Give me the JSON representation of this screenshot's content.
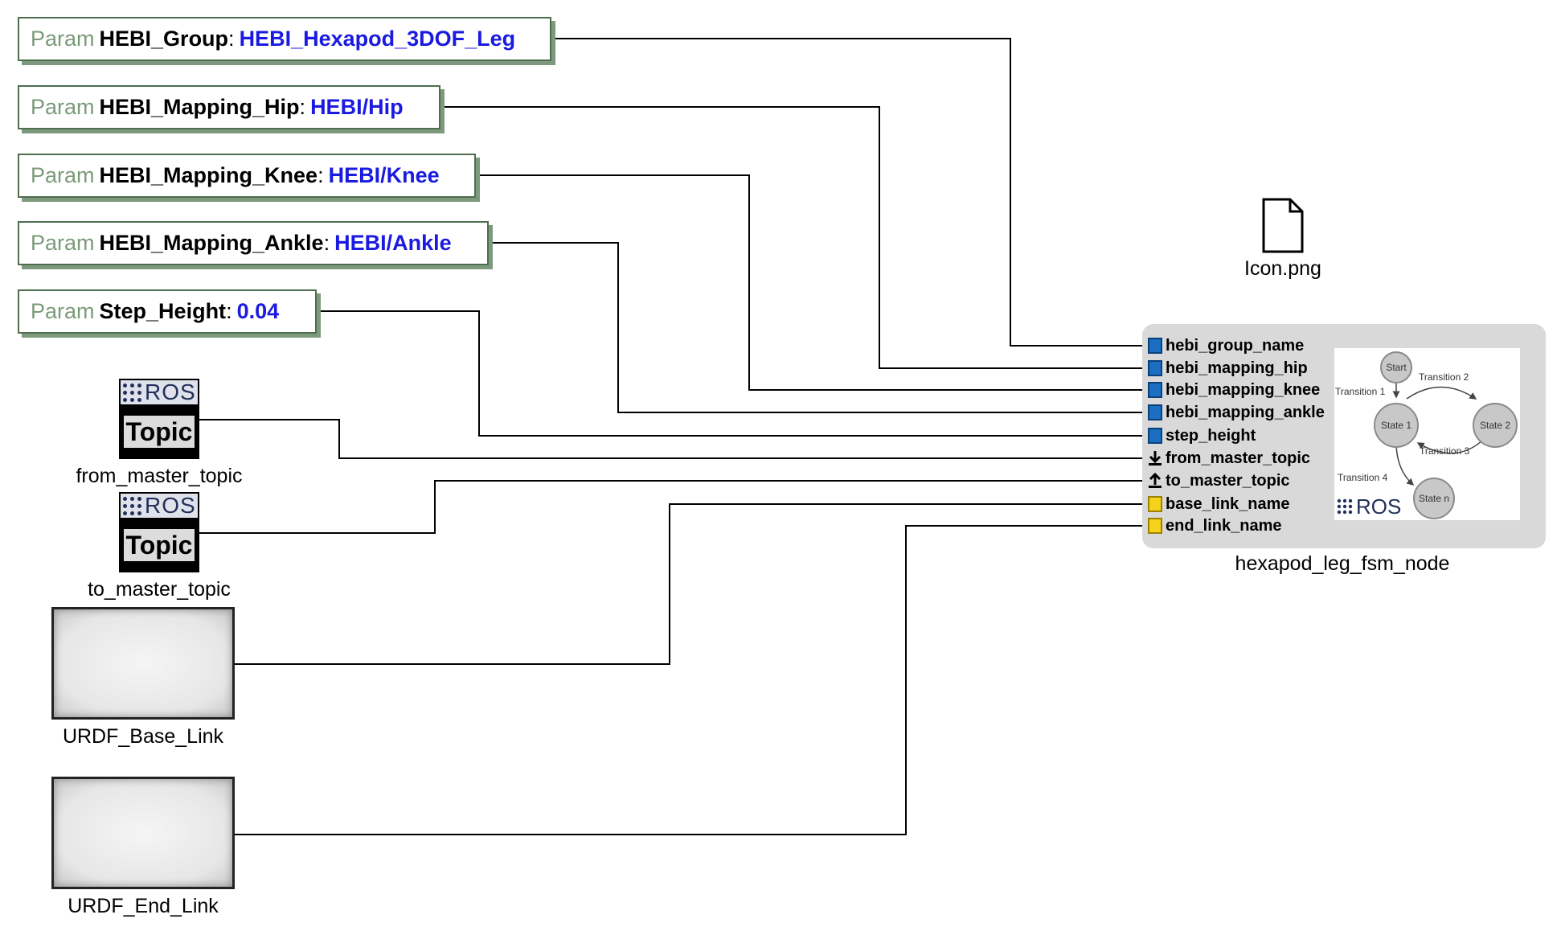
{
  "params": [
    {
      "keyword": "Param",
      "name": "HEBI_Group",
      "value": "HEBI_Hexapod_3DOF_Leg"
    },
    {
      "keyword": "Param",
      "name": "HEBI_Mapping_Hip",
      "value": "HEBI/Hip"
    },
    {
      "keyword": "Param",
      "name": "HEBI_Mapping_Knee",
      "value": "HEBI/Knee"
    },
    {
      "keyword": "Param",
      "name": "HEBI_Mapping_Ankle",
      "value": "HEBI/Ankle"
    },
    {
      "keyword": "Param",
      "name": "Step_Height",
      "value": "0.04"
    }
  ],
  "topics": [
    {
      "ros": "ROS",
      "label": "Topic",
      "name": "from_master_topic"
    },
    {
      "ros": "ROS",
      "label": "Topic",
      "name": "to_master_topic"
    }
  ],
  "urdf": [
    {
      "name": "URDF_Base_Link"
    },
    {
      "name": "URDF_End_Link"
    }
  ],
  "file": {
    "name": "Icon.png",
    "icon": "file-icon"
  },
  "node": {
    "name": "hexapod_leg_fsm_node",
    "ports": [
      {
        "label": "hebi_group_name",
        "kind": "param"
      },
      {
        "label": "hebi_mapping_hip",
        "kind": "param"
      },
      {
        "label": "hebi_mapping_knee",
        "kind": "param"
      },
      {
        "label": "hebi_mapping_ankle",
        "kind": "param"
      },
      {
        "label": "step_height",
        "kind": "param"
      },
      {
        "label": "from_master_topic",
        "kind": "subscribe"
      },
      {
        "label": "to_master_topic",
        "kind": "publish"
      },
      {
        "label": "base_link_name",
        "kind": "link"
      },
      {
        "label": "end_link_name",
        "kind": "link"
      }
    ],
    "fsm": {
      "states": [
        "Start",
        "State 1",
        "State 2",
        "State n"
      ],
      "transitions": [
        "Transition 1",
        "Transition 2",
        "Transition 3",
        "Transition 4"
      ],
      "logo": "ROS"
    }
  },
  "colors": {
    "param_value": "#1a1ae0",
    "param_keyword": "#7a9a7a",
    "node_bg": "#d9d9d9",
    "port_param": "#1a6fc0",
    "port_link": "#f5d21c"
  }
}
